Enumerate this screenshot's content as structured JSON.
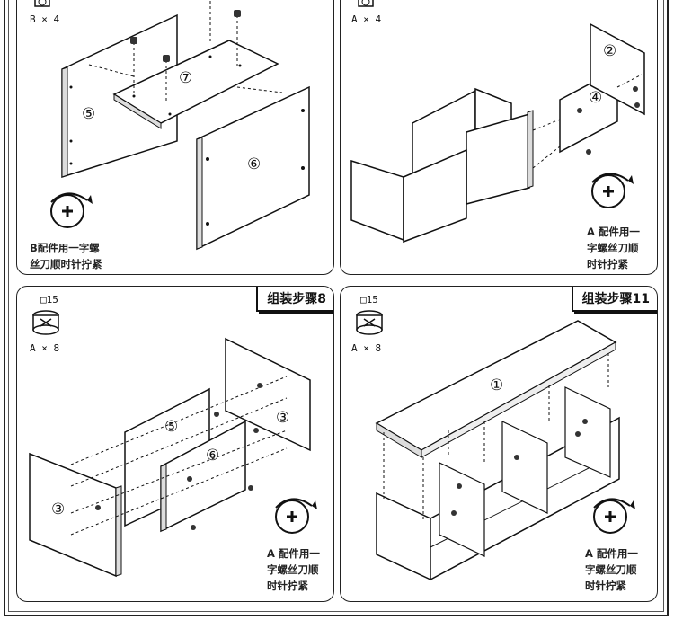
{
  "panels": {
    "top_left": {
      "qty": "B × 4",
      "note": [
        "B配件用一字螺",
        "丝刀顺时针拧紧"
      ],
      "parts": [
        "⑤",
        "⑦",
        "⑥"
      ]
    },
    "top_right": {
      "qty": "A × 4",
      "note": [
        "A 配件用一",
        "字螺丝刀顺",
        "时针拧紧"
      ],
      "parts": [
        "②",
        "④"
      ]
    },
    "bottom_left": {
      "title": "组装步骤8",
      "code": "□15",
      "qty": "A × 8",
      "note": [
        "A 配件用一",
        "字螺丝刀顺",
        "时针拧紧"
      ],
      "parts": [
        "⑤",
        "③",
        "⑥",
        "③"
      ]
    },
    "bottom_right": {
      "title": "组装步骤11",
      "code": "□15",
      "qty": "A × 8",
      "note": [
        "A 配件用一",
        "字螺丝刀顺",
        "时针拧紧"
      ],
      "parts": [
        "①"
      ]
    }
  }
}
